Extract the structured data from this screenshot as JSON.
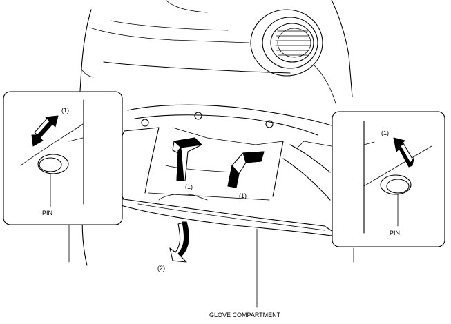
{
  "labels": {
    "pin_left": "PIN",
    "pin_right": "PIN",
    "callout_left_step": "(1)",
    "callout_right_step": "(1)",
    "tab_left_step": "(1)",
    "tab_right_step": "(1)",
    "pull_step": "(2)",
    "glove_compartment": "GLOVE COMPARTMENT"
  }
}
